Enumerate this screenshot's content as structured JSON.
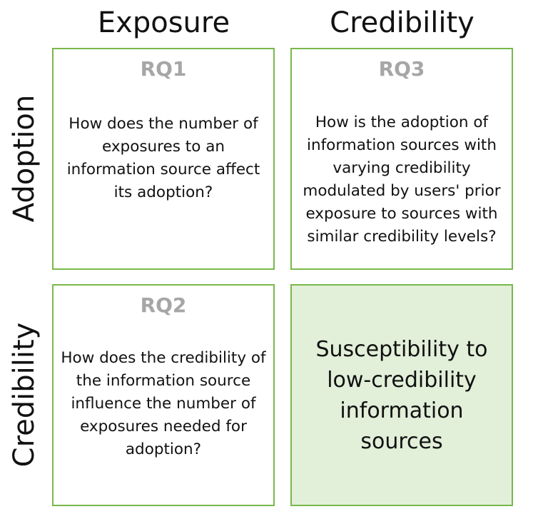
{
  "columns": {
    "exposure": "Exposure",
    "credibility": "Credibility"
  },
  "rows": {
    "adoption": "Adoption",
    "credibility": "Credibility"
  },
  "cells": {
    "rq1": {
      "label": "RQ1",
      "question": "How does the number of exposures to an information source affect its adoption?"
    },
    "rq3": {
      "label": "RQ3",
      "question": "How is the adoption of information sources with varying credibility modulated by users' prior exposure to sources with similar credibility levels?"
    },
    "rq2": {
      "label": "RQ2",
      "question": "How does the credibility of the information source influence the number of exposures needed for adoption?"
    },
    "highlight": {
      "text": "Susceptibility to low-credibility information sources"
    }
  },
  "colors": {
    "border": "#78b84a",
    "highlight_fill": "#e2efd9",
    "rq_label": "#a6a6a6"
  }
}
